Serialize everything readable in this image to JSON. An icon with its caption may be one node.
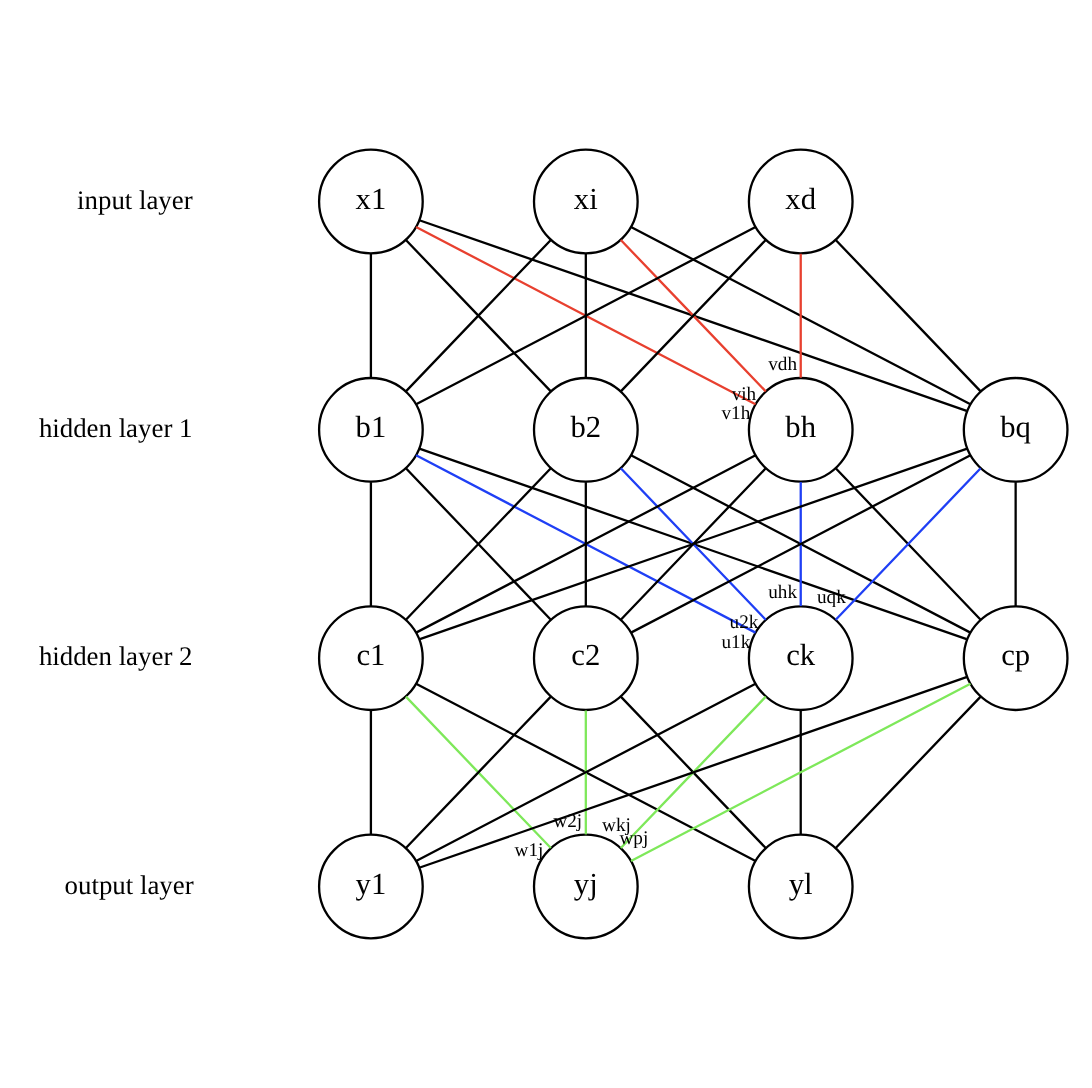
{
  "diagram": {
    "nodes": [
      {
        "text": [
          "x1"
        ]
      },
      {
        "text": [
          "xi"
        ]
      },
      {
        "text": [
          "xd"
        ]
      },
      {
        "text": [
          "b1"
        ]
      },
      {
        "text": [
          "b2"
        ]
      },
      {
        "text": [
          "bh"
        ]
      },
      {
        "text": [
          "bq"
        ]
      },
      {
        "text": [
          "c1"
        ]
      },
      {
        "text": [
          "c2"
        ]
      },
      {
        "text": [
          "ck"
        ]
      },
      {
        "text": [
          "cp"
        ]
      },
      {
        "text": [
          "y1"
        ]
      },
      {
        "text": [
          "yj"
        ]
      },
      {
        "text": [
          "yl"
        ]
      }
    ],
    "edges": [
      {
        "from": 0,
        "to": 3,
        "arrow": "none"
      },
      {
        "from": 0,
        "to": 4,
        "arrow": "none"
      },
      {
        "from": 0,
        "to": 5,
        "arrow": "none",
        "label": "v1h",
        "color": "#e8402f"
      },
      {
        "from": 0,
        "to": 6,
        "arrow": "none"
      },
      {
        "from": 1,
        "to": 3,
        "arrow": "none"
      },
      {
        "from": 1,
        "to": 4,
        "arrow": "none"
      },
      {
        "from": 1,
        "to": 5,
        "arrow": "none",
        "label": "vih",
        "color": "#e8402f"
      },
      {
        "from": 1,
        "to": 6,
        "arrow": "none"
      },
      {
        "from": 2,
        "to": 3,
        "arrow": "none"
      },
      {
        "from": 2,
        "to": 4,
        "arrow": "none"
      },
      {
        "from": 2,
        "to": 5,
        "arrow": "none",
        "label": "vdh",
        "color": "#e8402f"
      },
      {
        "from": 2,
        "to": 6,
        "arrow": "none"
      },
      {
        "from": 3,
        "to": 7,
        "arrow": "none"
      },
      {
        "from": 3,
        "to": 8,
        "arrow": "none"
      },
      {
        "from": 3,
        "to": 9,
        "arrow": "none",
        "label": "u1k",
        "color": "#1f3ff5"
      },
      {
        "from": 3,
        "to": 10,
        "arrow": "none"
      },
      {
        "from": 4,
        "to": 7,
        "arrow": "none"
      },
      {
        "from": 4,
        "to": 8,
        "arrow": "none"
      },
      {
        "from": 4,
        "to": 9,
        "arrow": "none",
        "label": "u2k",
        "color": "#1f3ff5"
      },
      {
        "from": 4,
        "to": 10,
        "arrow": "none"
      },
      {
        "from": 5,
        "to": 7,
        "arrow": "none"
      },
      {
        "from": 5,
        "to": 8,
        "arrow": "none"
      },
      {
        "from": 5,
        "to": 9,
        "arrow": "none",
        "label": "uhk",
        "color": "#1f3ff5"
      },
      {
        "from": 5,
        "to": 10,
        "arrow": "none"
      },
      {
        "from": 6,
        "to": 7,
        "arrow": "none"
      },
      {
        "from": 6,
        "to": 8,
        "arrow": "none"
      },
      {
        "from": 6,
        "to": 9,
        "arrow": "none",
        "label": "uqk",
        "color": "#1f3ff5"
      },
      {
        "from": 6,
        "to": 10,
        "arrow": "none"
      },
      {
        "from": 7,
        "to": 11,
        "arrow": "none"
      },
      {
        "from": 7,
        "to": 12,
        "arrow": "none",
        "label": "w1j",
        "color": "#7ee85a"
      },
      {
        "from": 7,
        "to": 13,
        "arrow": "none"
      },
      {
        "from": 8,
        "to": 11,
        "arrow": "none"
      },
      {
        "from": 8,
        "to": 12,
        "arrow": "none",
        "label": "w2j",
        "color": "#7ee85a"
      },
      {
        "from": 8,
        "to": 13,
        "arrow": "none"
      },
      {
        "from": 9,
        "to": 11,
        "arrow": "none"
      },
      {
        "from": 9,
        "to": 12,
        "arrow": "none",
        "label": "wkj",
        "color": "#7ee85a"
      },
      {
        "from": 9,
        "to": 13,
        "arrow": "none"
      },
      {
        "from": 10,
        "to": 11,
        "arrow": "none"
      },
      {
        "from": 10,
        "to": 12,
        "arrow": "none",
        "label": "wpj",
        "color": "#7ee85a"
      },
      {
        "from": 10,
        "to": 13,
        "arrow": "none"
      }
    ],
    "labels": [
      "input layer",
      "hidden layer 1",
      "hidden layer 2",
      "output layer"
    ]
  }
}
